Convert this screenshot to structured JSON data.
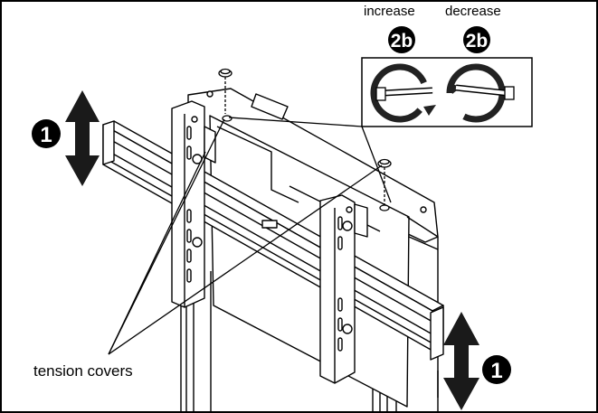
{
  "labels": {
    "increase": "increase",
    "decrease": "decrease",
    "tension_covers": "tension covers"
  },
  "steps": {
    "step_1": "1",
    "step_2b": "2b"
  }
}
